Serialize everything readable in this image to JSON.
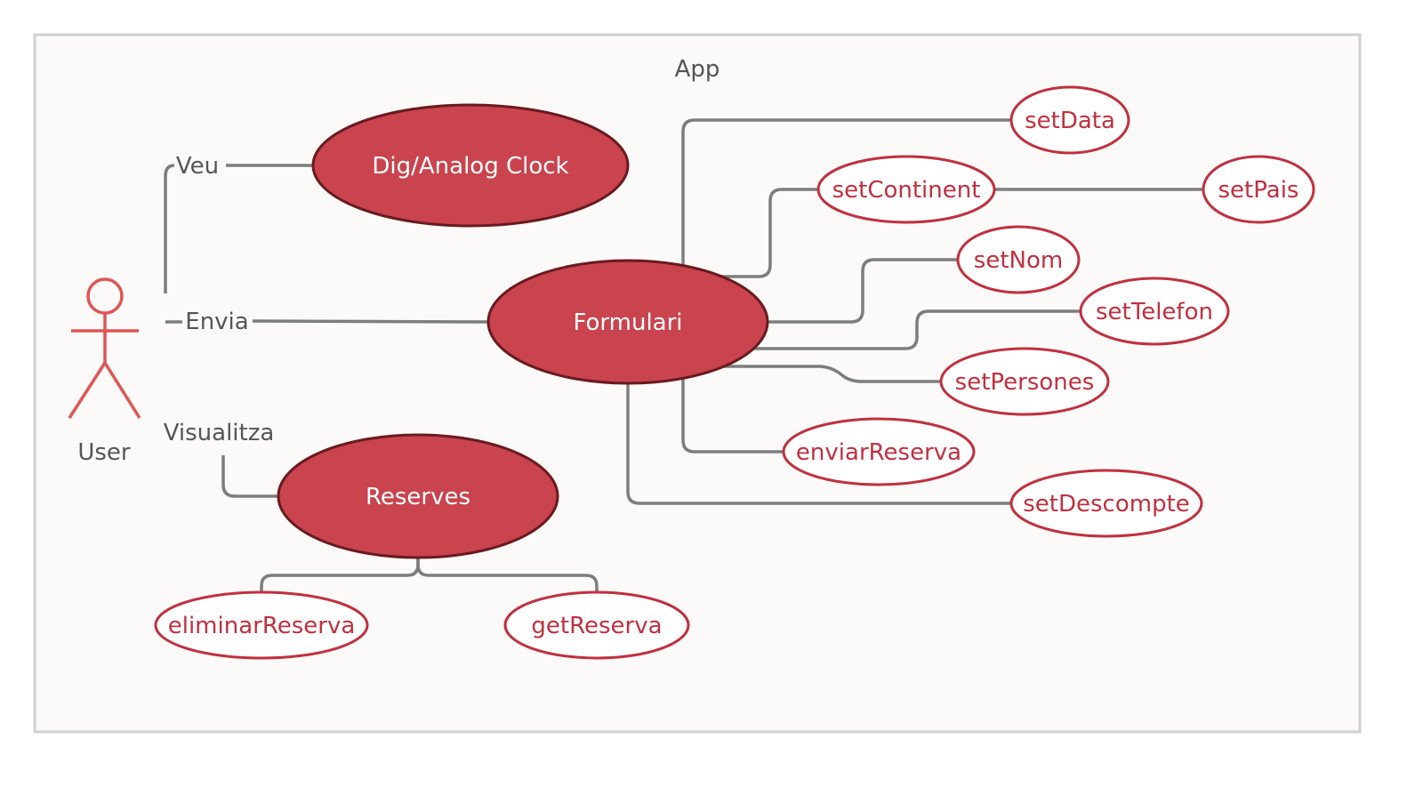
{
  "diagram": {
    "title": "App",
    "colors": {
      "major_fill": "#c9444e",
      "major_border": "#6a1a1f",
      "minor_border": "#c0303f",
      "connector": "#7d7d7d",
      "actor": "#e05555",
      "boundary_bg": "#fcfaf9"
    },
    "actor": {
      "label": "User",
      "icon": "stick-figure-icon"
    },
    "edge_labels": {
      "veu": "Veu",
      "envia": "Envia",
      "visualitza": "Visualitza"
    },
    "use_cases": {
      "clock": "Dig/Analog Clock",
      "formulari": "Formulari",
      "reserves": "Reserves"
    },
    "operations": {
      "set_data": "setData",
      "set_continent": "setContinent",
      "set_pais": "setPais",
      "set_nom": "setNom",
      "set_telefon": "setTelefon",
      "set_persones": "setPersones",
      "enviar_reserva": "enviarReserva",
      "set_descompte": "setDescompte",
      "eliminar_reserva": "eliminarReserva",
      "get_reserva": "getReserva"
    }
  }
}
